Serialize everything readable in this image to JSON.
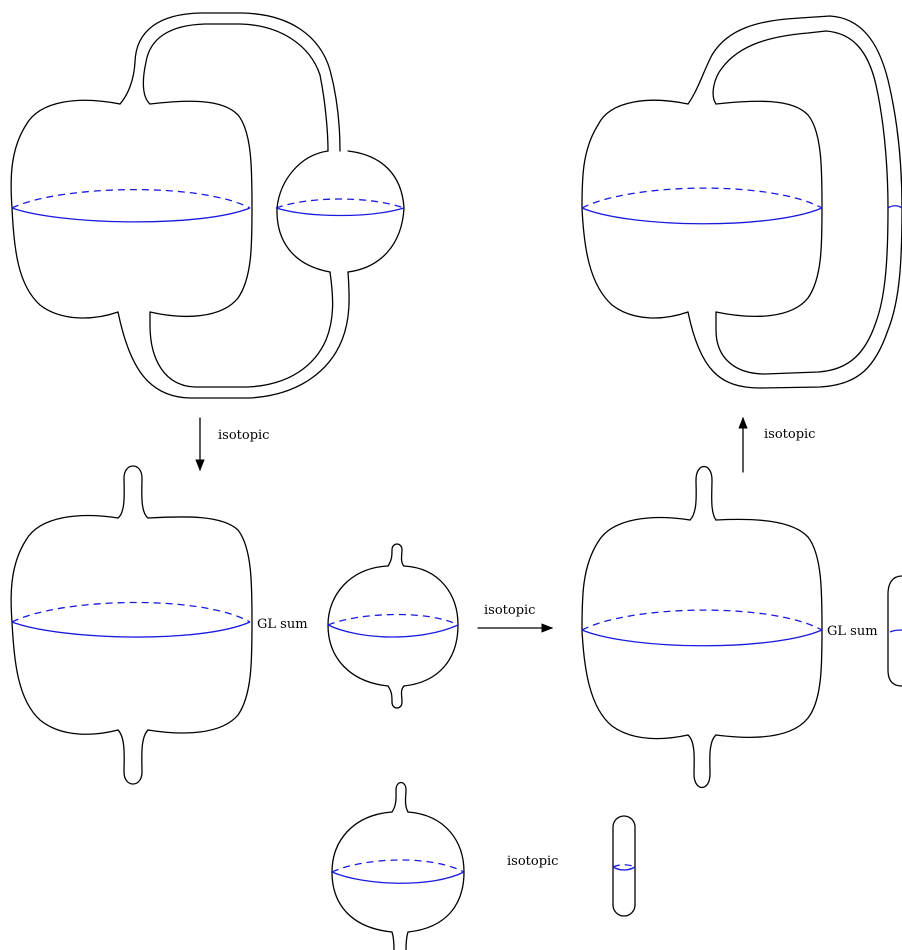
{
  "colors": {
    "ink": "#000000",
    "equator": "#1a1adf",
    "background": "#ffffff"
  },
  "labels": {
    "isotopic_down": "isotopic",
    "isotopic_up": "isotopic",
    "isotopic_right": "isotopic",
    "isotopic_bottom": "isotopic",
    "gl_sum_left": "GL sum",
    "gl_sum_right": "GL sum"
  }
}
